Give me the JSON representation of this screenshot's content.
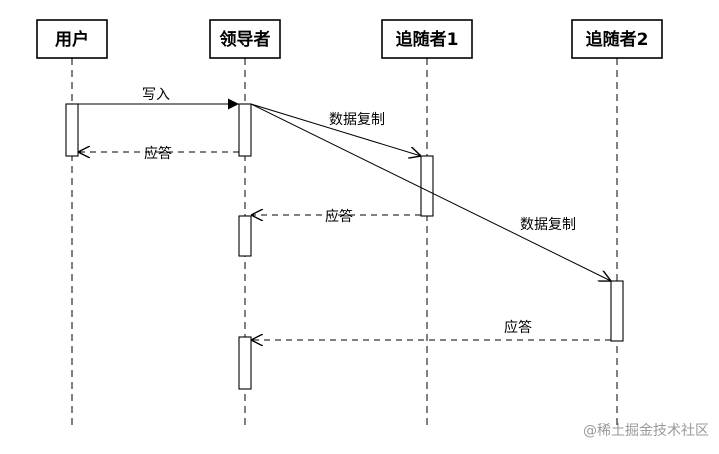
{
  "participants": [
    {
      "id": "user",
      "label": "用户"
    },
    {
      "id": "leader",
      "label": "领导者"
    },
    {
      "id": "follower1",
      "label": "追随者1"
    },
    {
      "id": "follower2",
      "label": "追随者2"
    }
  ],
  "messages": [
    {
      "id": "write",
      "label": "写入"
    },
    {
      "id": "reply-user",
      "label": "应答"
    },
    {
      "id": "replicate-1",
      "label": "数据复制"
    },
    {
      "id": "replicate-2",
      "label": "数据复制"
    },
    {
      "id": "reply-f1",
      "label": "应答"
    },
    {
      "id": "reply-f2",
      "label": "应答"
    }
  ],
  "watermark": "@稀土掘金技术社区"
}
